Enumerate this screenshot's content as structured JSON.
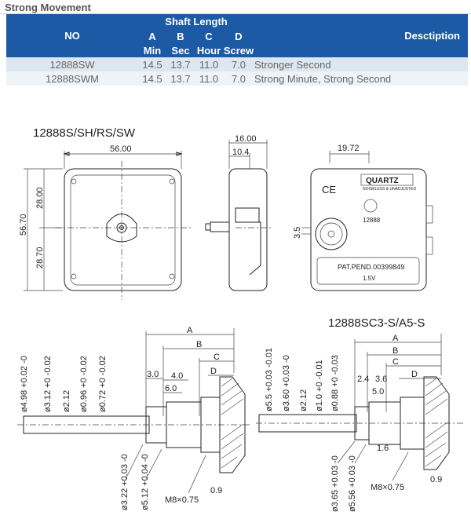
{
  "title": "Strong Movement",
  "table": {
    "headers": {
      "no": "NO",
      "shaft_length": "Shaft Length",
      "letters": [
        "A",
        "B",
        "C",
        "D"
      ],
      "subs": [
        "Min",
        "Sec",
        "Hour",
        "Screw"
      ],
      "description": "Desctiption"
    },
    "rows": [
      {
        "no": "12888SW",
        "a": "14.5",
        "b": "13.7",
        "c": "11.0",
        "d": "7.0",
        "desc": "Stronger Second"
      },
      {
        "no": "12888SWM",
        "a": "14.5",
        "b": "13.7",
        "c": "11.0",
        "d": "7.0",
        "desc": "Strong Minute, Strong Second"
      }
    ]
  },
  "drawing": {
    "front_label": "12888S/SH/RS/SW",
    "width_dim": "56.00",
    "height_dim": "56.70",
    "upper_dim": "28.00",
    "lower_dim": "28.70",
    "side_total": "16.00",
    "side_inner": "10.4",
    "back_width": "19.72",
    "back_offset": "3.5",
    "quartz_label": "QUARTZ",
    "quartz_sub": "NOISELESS & UNADJUSTED",
    "ce_mark": "CE",
    "model_stamp": "12888",
    "patent": "PAT.PEND.00399849",
    "voltage": "1.5V",
    "left_label": "",
    "right_label": "12888SC3-S/A5-S",
    "shaft_letters": [
      "A",
      "B",
      "C",
      "D"
    ],
    "left_dims": {
      "d1": "3.0",
      "d2": "4.0",
      "d3": "6.0",
      "dia_vertical": [
        "ø4.98 +0.02 -0",
        "ø3.12 +0 -0.02",
        "ø2.12",
        "ø0.96 +0 -0.02",
        "ø0.72 +0 -0.02"
      ],
      "dia_bottom": [
        "ø3.22 +0.03 -0",
        "ø5.12 +0.04 -0"
      ],
      "thread": "M8×0.75",
      "tip": "0.9"
    },
    "right_dims": {
      "d1": "2.4",
      "d2": "3.6",
      "d3": "5.0",
      "d4": "1.6",
      "dia_vertical": [
        "ø5.5 +0.03 -0.01",
        "ø3.60 +0.03 -0",
        "ø2.12",
        "ø1.0 +0 -0.01",
        "ø0.88 +0 -0.03"
      ],
      "dia_bottom": [
        "ø3.65 +0.03 -0",
        "ø5.56 +0.03 -0"
      ],
      "thread": "M8×0.75",
      "tip": "0.9"
    }
  }
}
